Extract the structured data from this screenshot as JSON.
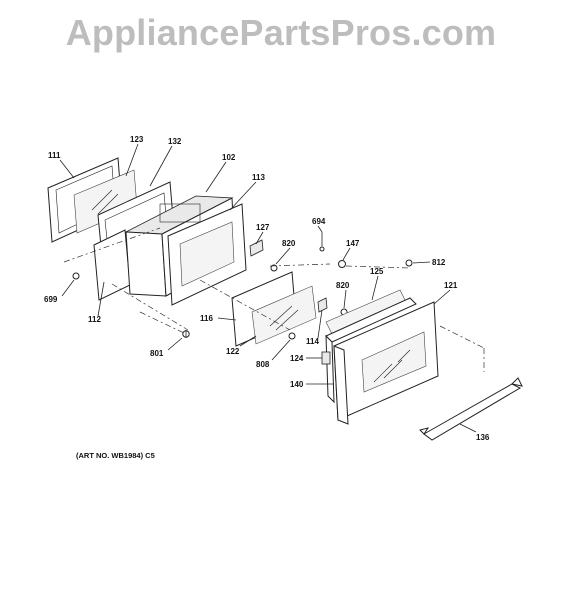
{
  "header": {
    "watermark": "AppliancePartsPros.com"
  },
  "caption": "(ART NO. WB1984) C5",
  "labels": {
    "p111": "111",
    "p123": "123",
    "p132": "132",
    "p102": "102",
    "p113": "113",
    "p127": "127",
    "p694": "694",
    "p820a": "820",
    "p147": "147",
    "p812": "812",
    "p125": "125",
    "p121": "121",
    "p820b": "820",
    "p699": "699",
    "p112": "112",
    "p116": "116",
    "p122": "122",
    "p114": "114",
    "p808": "808",
    "p801": "801",
    "p124": "124",
    "p140": "140",
    "p136": "136"
  }
}
